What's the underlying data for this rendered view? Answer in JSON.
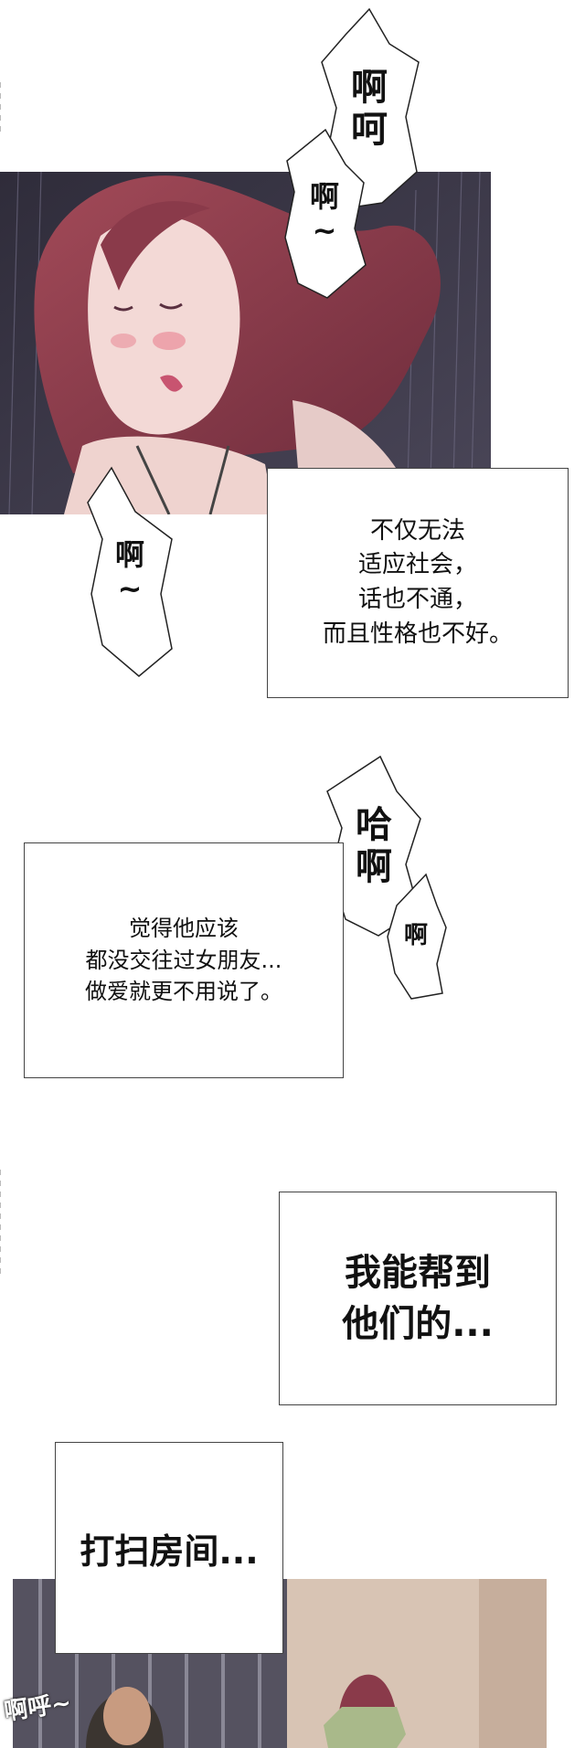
{
  "sfx": {
    "a_a": [
      "啊",
      "呵"
    ],
    "a_tilde_1": [
      "啊",
      "~"
    ],
    "a_tilde_2": [
      "啊",
      "~"
    ],
    "ha_a": [
      "哈",
      "啊"
    ],
    "a_small": [
      "啊"
    ],
    "a_hu": "啊呼~"
  },
  "captions": {
    "c1": [
      "不仅无法",
      "适应社会，",
      "话也不通，",
      "而且性格也不好。"
    ],
    "c2": [
      "觉得他应该",
      "都没交往过女朋友...",
      "做爱就更不用说了。"
    ],
    "c3": [
      "我能帮到",
      "他们的..."
    ],
    "c4": [
      "打扫房间..."
    ]
  },
  "colors": {
    "panel_dark": "#3a3645",
    "hair": "#8a3a4a",
    "skin": "#f3d9d6",
    "blush": "#e98d9a",
    "room_wall": "#d8c4b4",
    "room_left": "#555260"
  }
}
